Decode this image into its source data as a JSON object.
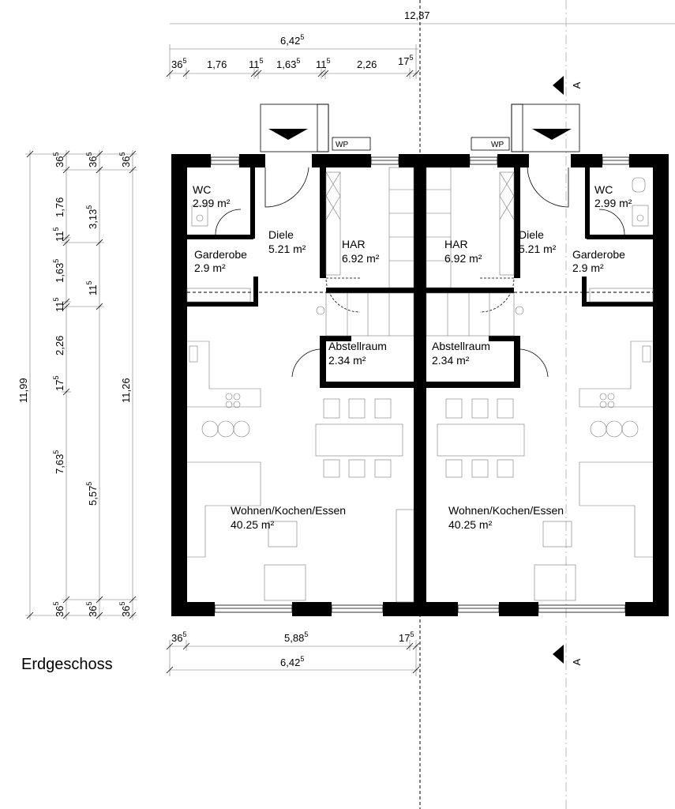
{
  "floor_title": "Erdgeschoss",
  "section_marker": "A",
  "equipment_label": "WP",
  "rooms": [
    {
      "name": "WC",
      "area": "2.99 m²"
    },
    {
      "name": "Diele",
      "area": "5.21 m²"
    },
    {
      "name": "HAR",
      "area": "6.92 m²"
    },
    {
      "name": "Garderobe",
      "area": "2.9 m²"
    },
    {
      "name": "Abstellraum",
      "area": "2.34 m²"
    },
    {
      "name": "Wohnen/Kochen/Essen",
      "area": "40.25 m²"
    }
  ],
  "dimensions": {
    "overall_width": "12,87",
    "unit_width": "6,42",
    "unit_width_sup": "5",
    "top_chain": [
      {
        "v": "36",
        "s": "5"
      },
      {
        "v": "1,76",
        "s": ""
      },
      {
        "v": "11",
        "s": "5"
      },
      {
        "v": "1,63",
        "s": "5"
      },
      {
        "v": "11",
        "s": "5"
      },
      {
        "v": "2,26",
        "s": ""
      },
      {
        "v": "17",
        "s": "5"
      }
    ],
    "bottom_chain": [
      {
        "v": "36",
        "s": "5"
      },
      {
        "v": "5,88",
        "s": "5"
      },
      {
        "v": "17",
        "s": "5"
      }
    ],
    "left_overall": "11,99",
    "left_chain": [
      {
        "v": "36",
        "s": "5"
      },
      {
        "v": "1,76",
        "s": ""
      },
      {
        "v": "11",
        "s": "5"
      },
      {
        "v": "1,63",
        "s": "5"
      },
      {
        "v": "11",
        "s": "5"
      },
      {
        "v": "2,26",
        "s": ""
      },
      {
        "v": "17",
        "s": "5"
      },
      {
        "v": "7,63",
        "s": "5"
      },
      {
        "v": "36",
        "s": "5"
      }
    ],
    "mid_chain": [
      {
        "v": "36",
        "s": "5"
      },
      {
        "v": "3,13",
        "s": "5"
      },
      {
        "v": "11",
        "s": "5"
      },
      {
        "v": "5,57",
        "s": "5"
      },
      {
        "v": "36",
        "s": "5"
      }
    ],
    "inner_overall": "11,26",
    "inner_chain": [
      {
        "v": "36",
        "s": "5"
      },
      {
        "v": "36",
        "s": "5"
      }
    ]
  }
}
